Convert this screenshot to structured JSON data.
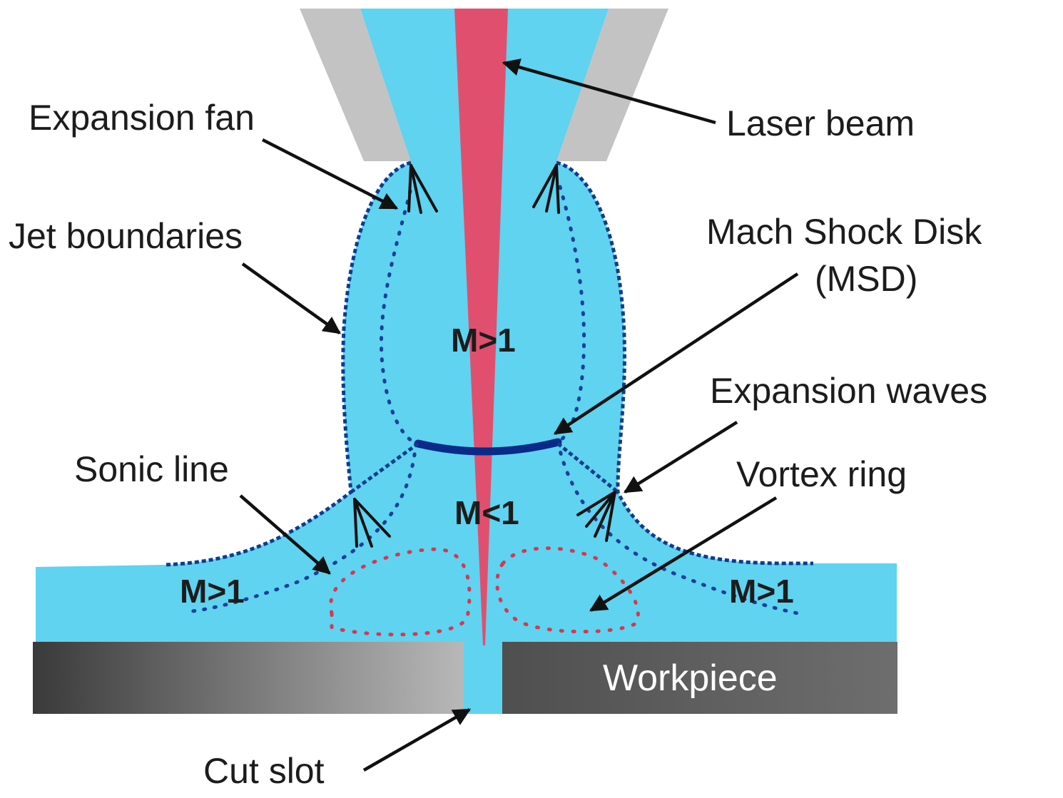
{
  "labels": {
    "expansion_fan": "Expansion fan",
    "laser_beam": "Laser beam",
    "jet_boundaries": "Jet boundaries",
    "mach_shock_disk": "Mach Shock Disk",
    "msd": "(MSD)",
    "expansion_waves": "Expansion waves",
    "sonic_line": "Sonic line",
    "vortex_ring": "Vortex ring",
    "workpiece": "Workpiece",
    "cut_slot": "Cut slot"
  },
  "regions": {
    "core_supersonic": "M>1",
    "subsonic": "M<1",
    "left_supersonic": "M>1",
    "right_supersonic": "M>1"
  },
  "colors": {
    "gas_jet": "#5fd3ef",
    "laser_beam": "#e0506e",
    "nozzle": "#c3c3c3",
    "boundary": "#103c8c",
    "mach_disk": "#0a2a8a",
    "vortex": "#d63850"
  }
}
